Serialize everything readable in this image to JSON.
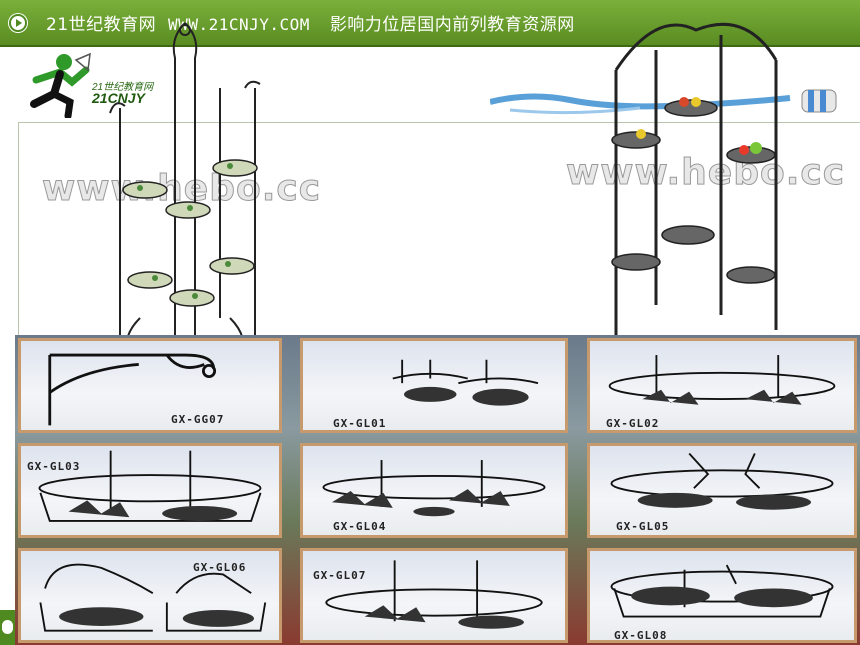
{
  "header": {
    "site_name": "21世纪教育网",
    "site_url": "WWW.21CNJY.COM",
    "slogan": "影响力位居国内前列教育资源网"
  },
  "logo": {
    "line1": "21世纪教育网",
    "line2": "21CNJY"
  },
  "watermarks": [
    "www.hebo.cc",
    "www.hebo.cc"
  ],
  "products": [
    {
      "code": "GX-GG07"
    },
    {
      "code": "GX-GL01"
    },
    {
      "code": "GX-GL02"
    },
    {
      "code": "GX-GL03"
    },
    {
      "code": "GX-GL04"
    },
    {
      "code": "GX-GL05"
    },
    {
      "code": "GX-GL06"
    },
    {
      "code": "GX-GL07"
    },
    {
      "code": "GX-GL08"
    }
  ],
  "colors": {
    "header_green": "#5a8c22",
    "frame_brown": "#c79a6e"
  },
  "icons": [
    "play-icon",
    "runner-logo-icon",
    "wave-icon"
  ]
}
